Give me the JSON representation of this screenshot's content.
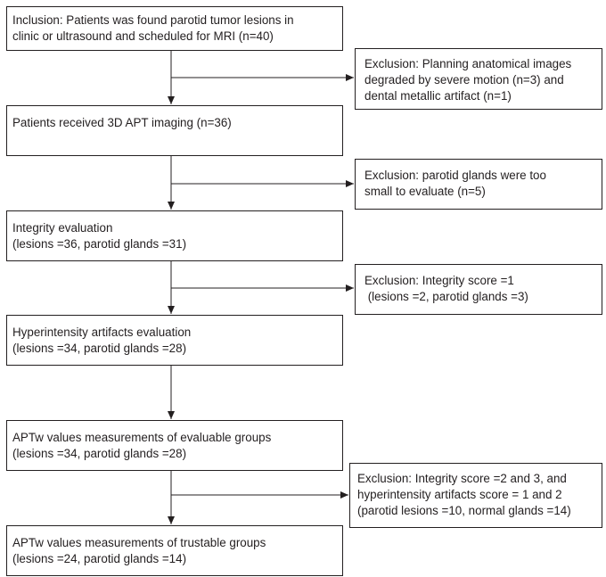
{
  "flow": {
    "step1": {
      "line1": "Inclusion: Patients was found parotid tumor lesions in",
      "line2": "clinic or ultrasound and scheduled for MRI (n=40)"
    },
    "exclusion1": {
      "line1": "Exclusion: Planning anatomical images",
      "line2": "degraded by severe motion (n=3) and",
      "line3": "dental metallic artifact (n=1)"
    },
    "step2": {
      "line1": "Patients received 3D APT imaging (n=36)"
    },
    "exclusion2": {
      "line1": "Exclusion: parotid glands were too",
      "line2": "small to evaluate (n=5)"
    },
    "step3": {
      "line1": "Integrity evaluation",
      "line2": "(lesions =36, parotid glands =31)"
    },
    "exclusion3": {
      "line1": "Exclusion: Integrity score =1",
      "line2": " (lesions =2, parotid glands =3)"
    },
    "step4": {
      "line1": "Hyperintensity artifacts evaluation",
      "line2": "(lesions =34, parotid glands =28)"
    },
    "step5": {
      "line1": "APTw values measurements of evaluable groups",
      "line2": "(lesions =34, parotid glands =28)"
    },
    "exclusion4": {
      "line1": "Exclusion: Integrity score =2 and 3, and",
      "line2": "hyperintensity artifacts score = 1 and 2",
      "line3": "(parotid lesions =10, normal glands =14)"
    },
    "step6": {
      "line1": "APTw values measurements of trustable groups",
      "line2": "(lesions =24, parotid glands =14)"
    }
  },
  "colors": {
    "line": "#231f20",
    "text": "#231f20",
    "background": "#ffffff"
  }
}
